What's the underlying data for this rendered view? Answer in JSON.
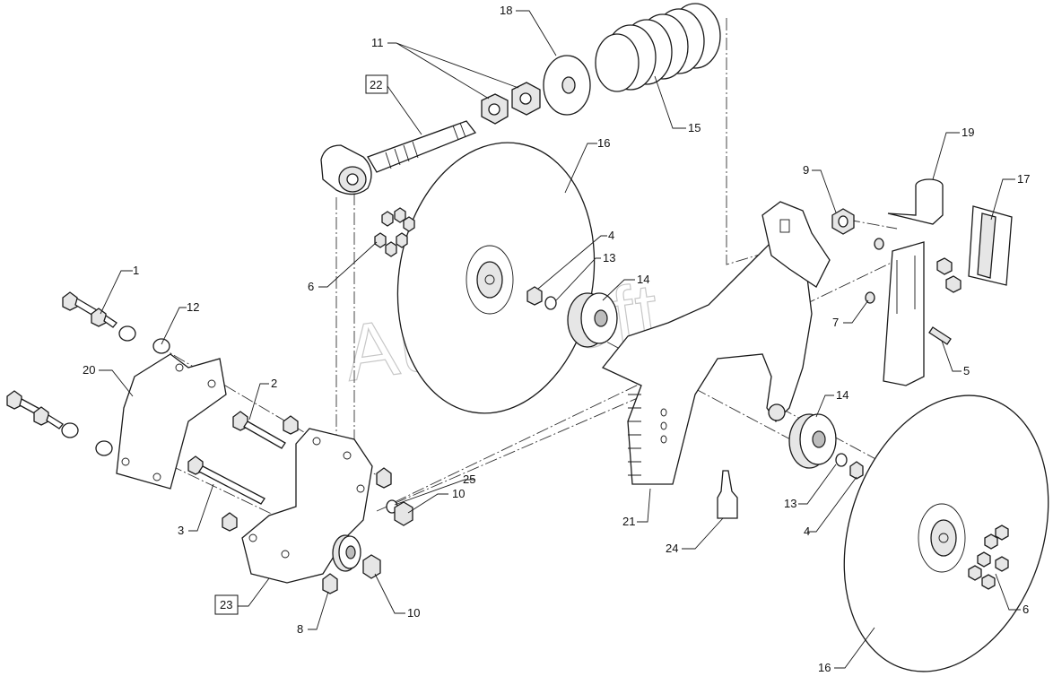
{
  "watermark": "AutoSoft",
  "callouts": {
    "c1": "1",
    "c2": "2",
    "c3": "3",
    "c4a": "4",
    "c4b": "4",
    "c5": "5",
    "c6a": "6",
    "c6b": "6",
    "c7": "7",
    "c8": "8",
    "c9": "9",
    "c10a": "10",
    "c10b": "10",
    "c11": "11",
    "c12": "12",
    "c13a": "13",
    "c13b": "13",
    "c14a": "14",
    "c14b": "14",
    "c15": "15",
    "c16a": "16",
    "c16b": "16",
    "c17": "17",
    "c18": "18",
    "c19": "19",
    "c20": "20",
    "c21": "21",
    "c22": "22",
    "c23": "23",
    "c24": "24",
    "c25": "25"
  }
}
